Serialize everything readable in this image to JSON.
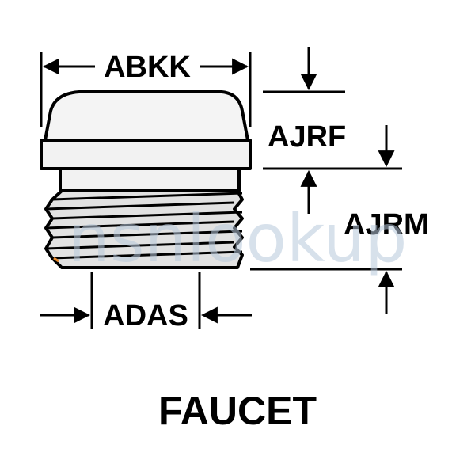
{
  "diagram": {
    "title": "FAUCET",
    "watermark": "nsnlookup",
    "dimensions": {
      "top_width": "ABKK",
      "cap_height": "AJRF",
      "thread_length": "AJRM",
      "thread_diameter": "ADAS"
    }
  },
  "colors": {
    "ink": "#000000",
    "cap_fill": "#f2f2f2",
    "thread_fill": "#e2e2e2",
    "watermark": "#b8c9dc",
    "accent_mark": "#e8892b"
  }
}
